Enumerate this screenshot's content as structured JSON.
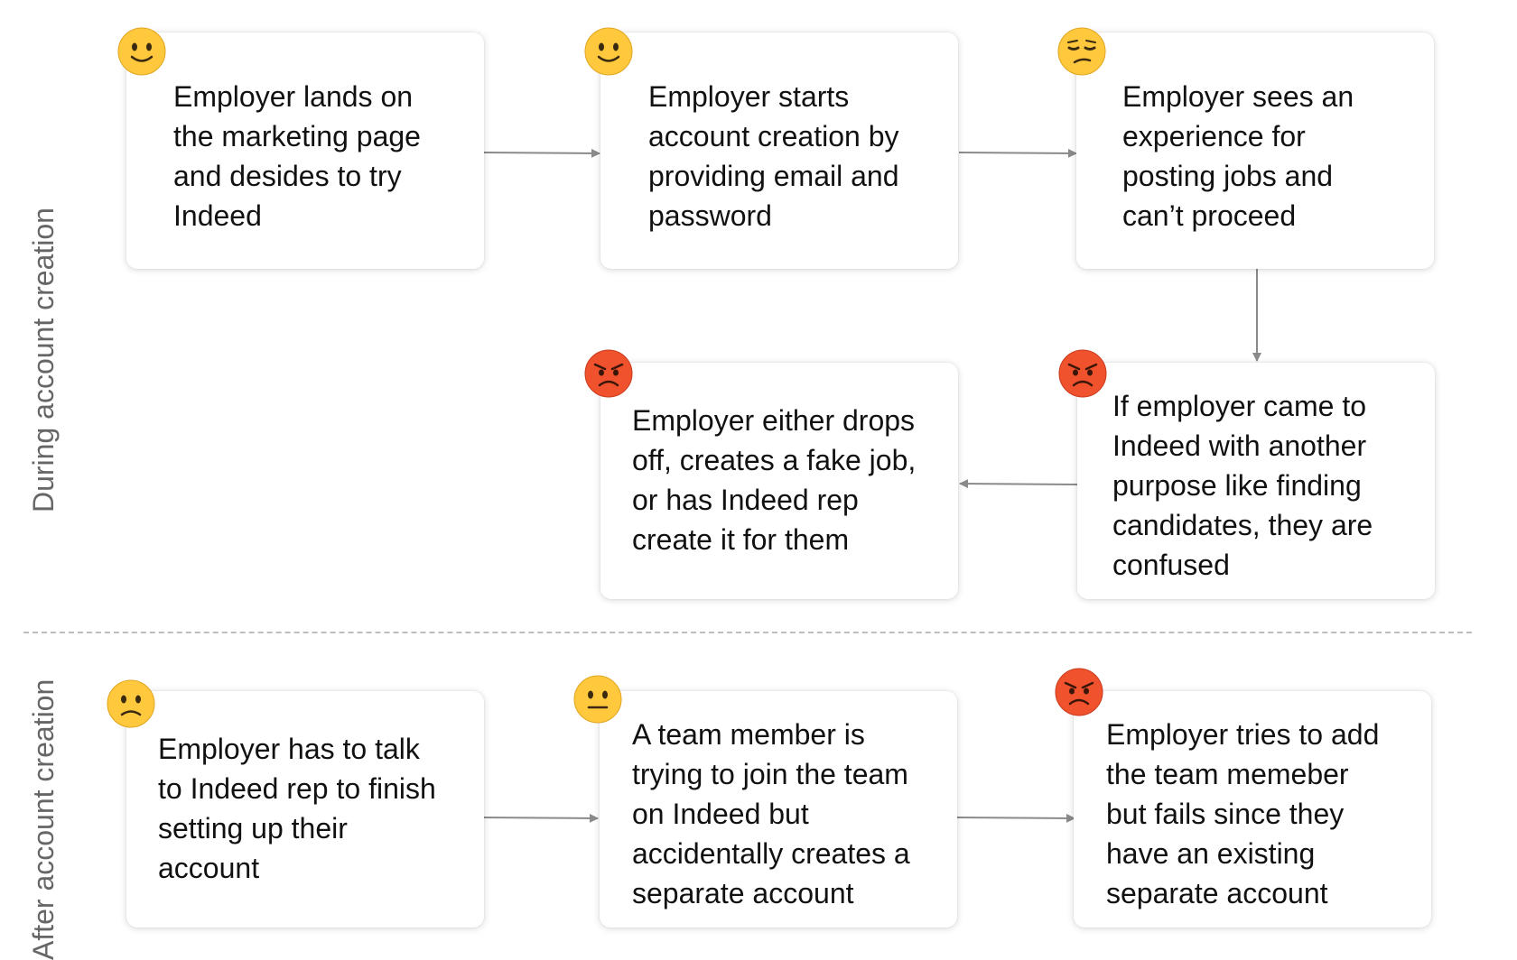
{
  "sections": {
    "during": "During account creation",
    "after": "After account creation"
  },
  "steps": [
    {
      "text": "Employer lands on\nthe marketing page\nand desides to try\nIndeed",
      "emotion": "slightly-smiling-face-icon"
    },
    {
      "text": "Employer starts\naccount creation by\nproviding email and\npassword",
      "emotion": "slightly-smiling-face-icon"
    },
    {
      "text": "Employer sees an\nexperience for\nposting jobs and\ncan’t proceed",
      "emotion": "unamused-face-icon"
    },
    {
      "text": "If employer came to\nIndeed with another\npurpose like finding\ncandidates, they are\nconfused",
      "emotion": "angry-face-icon"
    },
    {
      "text": "Employer either drops\noff, creates a fake job,\nor has Indeed rep\ncreate it for them",
      "emotion": "angry-face-icon"
    },
    {
      "text": "Employer has to talk\nto Indeed rep to finish\nsetting up their\naccount",
      "emotion": "slightly-frowning-face-icon"
    },
    {
      "text": "A team member is\ntrying to join the team\non Indeed but\naccidentally creates a\nseparate account",
      "emotion": "neutral-face-icon"
    },
    {
      "text": "Employer tries to add\nthe team memeber\nbut fails since they\nhave an existing\nseparate account",
      "emotion": "angry-face-icon"
    }
  ],
  "colors": {
    "yellow_face": "#ffc83d",
    "red_face": "#f0522e",
    "arrow": "#8a8a8a",
    "label": "#666666"
  }
}
